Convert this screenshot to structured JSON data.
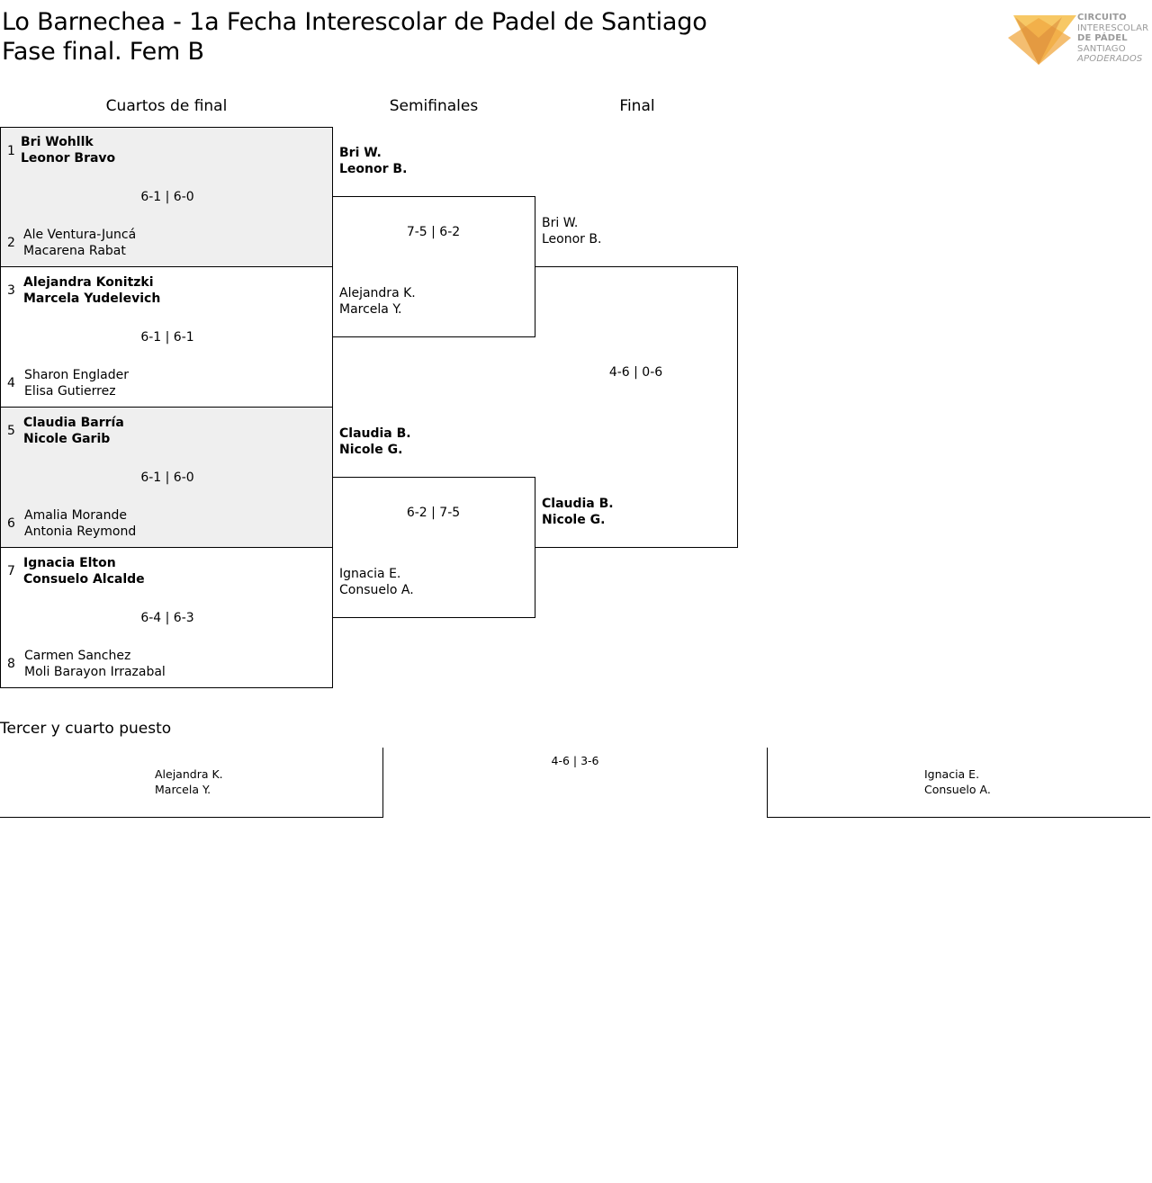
{
  "header": {
    "title_line1": "Lo Barnechea - 1a Fecha Interescolar de Padel de Santiago",
    "title_line2": "Fase final. Fem B"
  },
  "logo": {
    "line1": "CIRCUITO",
    "line2": "INTERESCOLAR",
    "line3": "DE PÁDEL",
    "line4": "SANTIAGO",
    "line5": "APODERADOS",
    "colors": {
      "light": "#f7c865",
      "mid": "#f0a842",
      "dark": "#d9893a"
    }
  },
  "rounds": {
    "quarterfinals": "Cuartos de final",
    "semifinals": "Semifinales",
    "final": "Final"
  },
  "quarterfinals": [
    {
      "top": {
        "seed": "1",
        "p1": "Bri Wohllk",
        "p2": "Leonor Bravo",
        "winner": true
      },
      "bottom": {
        "seed": "2",
        "p1": "Ale Ventura-Juncá",
        "p2": "Macarena Rabat",
        "winner": false
      },
      "score": "6-1 | 6-0"
    },
    {
      "top": {
        "seed": "3",
        "p1": "Alejandra Konitzki",
        "p2": "Marcela Yudelevich",
        "winner": true
      },
      "bottom": {
        "seed": "4",
        "p1": "Sharon Englader",
        "p2": "Elisa Gutierrez",
        "winner": false
      },
      "score": "6-1 | 6-1"
    },
    {
      "top": {
        "seed": "5",
        "p1": "Claudia Barría",
        "p2": "Nicole Garib",
        "winner": true
      },
      "bottom": {
        "seed": "6",
        "p1": "Amalia Morande",
        "p2": "Antonia Reymond",
        "winner": false
      },
      "score": "6-1 | 6-0"
    },
    {
      "top": {
        "seed": "7",
        "p1": "Ignacia Elton",
        "p2": "Consuelo Alcalde",
        "winner": true
      },
      "bottom": {
        "seed": "8",
        "p1": "Carmen Sanchez",
        "p2": "Moli Barayon Irrazabal",
        "winner": false
      },
      "score": "6-4 | 6-3"
    }
  ],
  "semifinals": [
    {
      "top": {
        "p1": "Bri W.",
        "p2": "Leonor B.",
        "winner": true
      },
      "bottom": {
        "p1": "Alejandra K.",
        "p2": "Marcela Y.",
        "winner": false
      },
      "score": "7-5 | 6-2"
    },
    {
      "top": {
        "p1": "Claudia B.",
        "p2": "Nicole G.",
        "winner": true
      },
      "bottom": {
        "p1": "Ignacia E.",
        "p2": "Consuelo A.",
        "winner": false
      },
      "score": "6-2 | 7-5"
    }
  ],
  "final": {
    "top": {
      "p1": "Bri W.",
      "p2": "Leonor B.",
      "winner": false
    },
    "bottom": {
      "p1": "Claudia B.",
      "p2": "Nicole G.",
      "winner": true
    },
    "score": "4-6 | 0-6"
  },
  "third_place": {
    "title": "Tercer y cuarto puesto",
    "left": {
      "p1": "Alejandra K.",
      "p2": "Marcela Y."
    },
    "right": {
      "p1": "Ignacia E.",
      "p2": "Consuelo A."
    },
    "score": "4-6 | 3-6"
  }
}
